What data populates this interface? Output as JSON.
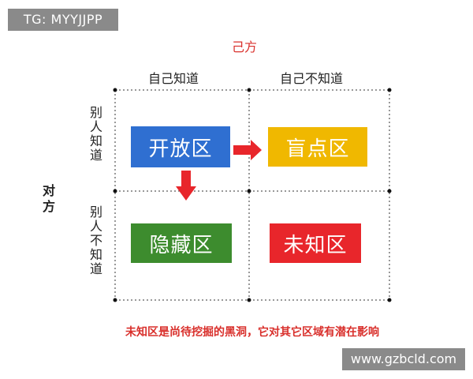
{
  "watermark_top": "TG: MYYJJPP",
  "watermark_bottom": "www.gzbcld.com",
  "self_title": "己方",
  "col_self_known": "自己知道",
  "col_self_unknown": "自己不知道",
  "others_title": [
    "对",
    "方"
  ],
  "row_others_known": [
    "别",
    "人",
    "知",
    "道"
  ],
  "row_others_unknown": [
    "别",
    "人",
    "不",
    "知",
    "道"
  ],
  "quadrants": {
    "open": {
      "label": "开放区",
      "color": "#2f6fd1"
    },
    "blind": {
      "label": "盲点区",
      "color": "#f0b800"
    },
    "hidden": {
      "label": "隐藏区",
      "color": "#3d8c2e"
    },
    "unknown": {
      "label": "未知区",
      "color": "#e8262b"
    }
  },
  "arrow_color": "#e8262b",
  "caption": "未知区是尚待挖掘的黑洞，它对其它区域有潜在影响"
}
